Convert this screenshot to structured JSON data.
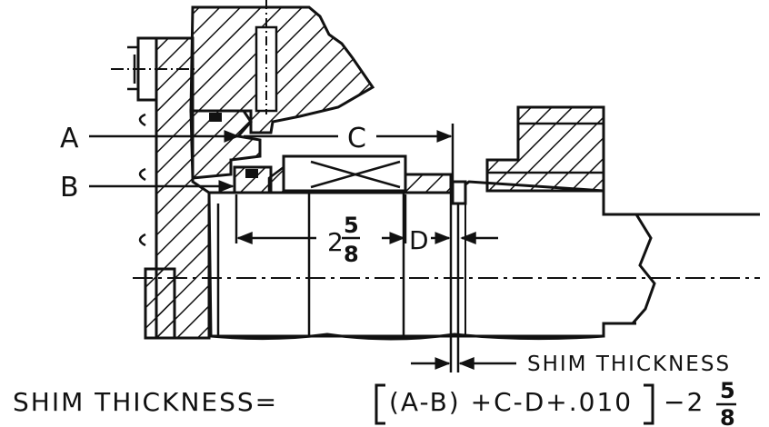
{
  "labels": {
    "a": "A",
    "b": "B",
    "c": "C",
    "d": "D",
    "dim_whole": "2",
    "dim_num": "5",
    "dim_den": "8",
    "shim_callout": "SHIM THICKNESS"
  },
  "formula": {
    "lhs": "SHIM THICKNESS=",
    "body": "(A-B) +C-D+.010",
    "minus": "−2",
    "frac_num": "5",
    "frac_den": "8"
  }
}
